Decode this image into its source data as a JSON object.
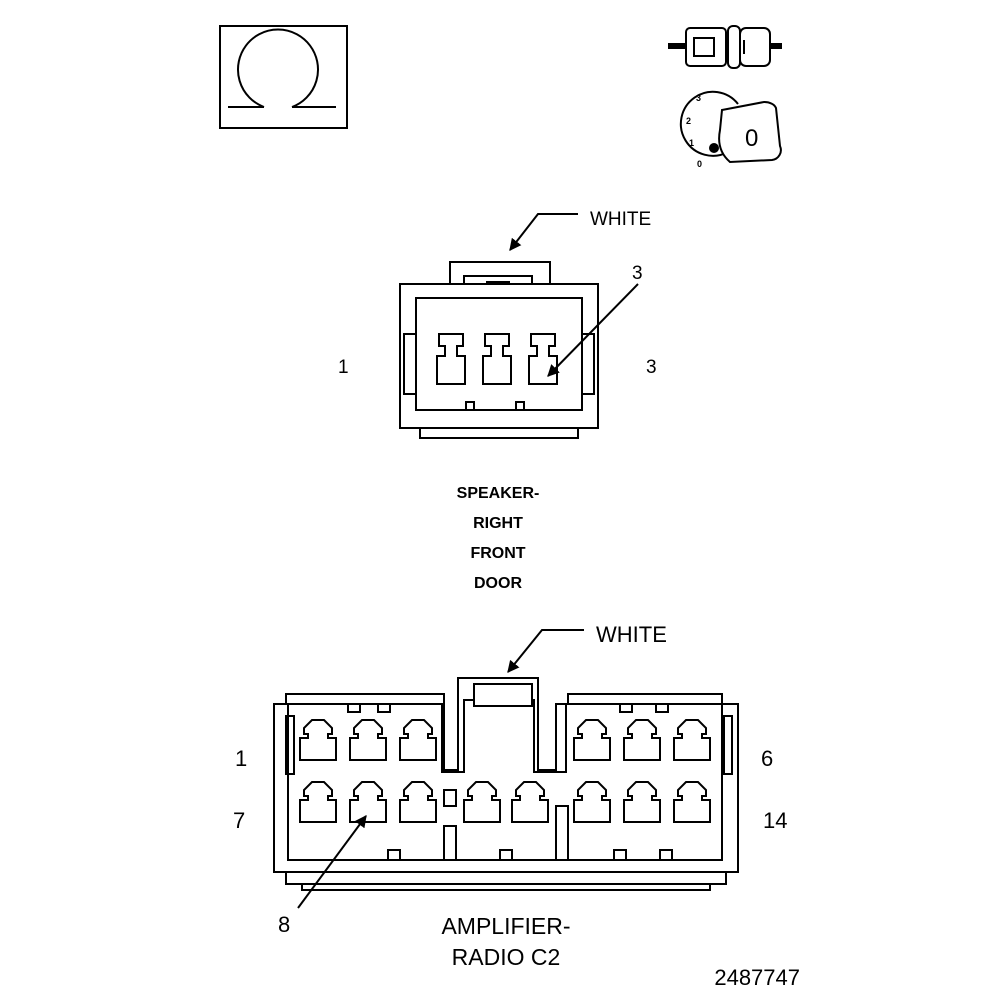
{
  "symbols": {
    "key_scale": [
      "3",
      "2",
      "1",
      "0"
    ],
    "key_position": "0"
  },
  "speaker_connector": {
    "lock_color": "WHITE",
    "arrow_cavity": "3",
    "pin_left": "1",
    "pin_right": "3",
    "name_lines": [
      "SPEAKER-",
      "RIGHT",
      "FRONT",
      "DOOR"
    ]
  },
  "amplifier_connector": {
    "lock_color": "WHITE",
    "pin_top_left": "1",
    "pin_top_right": "6",
    "pin_bottom_left": "7",
    "pin_bottom_right": "14",
    "arrow_cavity": "8",
    "name_lines": [
      "AMPLIFIER-",
      "RADIO C2"
    ]
  },
  "figure_id": "2487747"
}
